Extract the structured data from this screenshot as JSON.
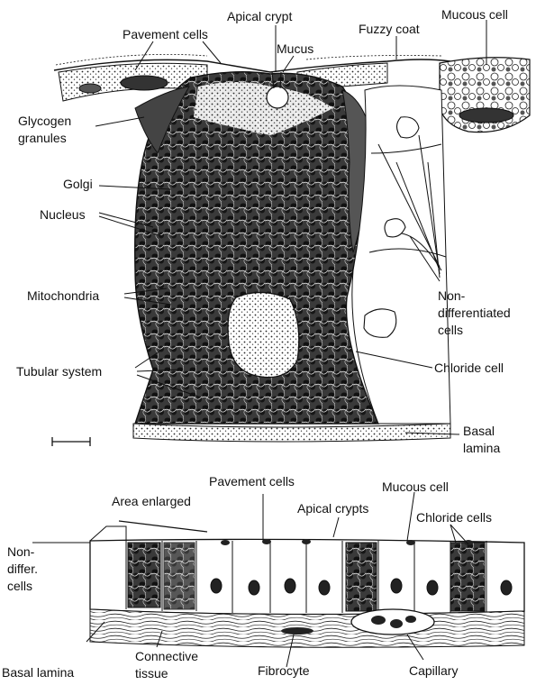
{
  "upper_labels": {
    "apical_crypt": "Apical crypt",
    "pavement_cells": "Pavement cells",
    "mucus": "Mucus",
    "fuzzy_coat": "Fuzzy coat",
    "mucous_cell": "Mucous cell",
    "glycogen_granules_1": "Glycogen",
    "glycogen_granules_2": "granules",
    "golgi": "Golgi",
    "nucleus": "Nucleus",
    "mitochondria": "Mitochondria",
    "tubular_system": "Tubular system",
    "non_diff_1": "Non-",
    "non_diff_2": "differentiated",
    "non_diff_3": "cells",
    "chloride_cell": "Chloride cell",
    "basal_lamina_1": "Basal",
    "basal_lamina_2": "lamina"
  },
  "lower_labels": {
    "pavement_cells": "Pavement cells",
    "area_enlarged": "Area enlarged",
    "mucous_cell": "Mucous cell",
    "apical_crypts": "Apical crypts",
    "chloride_cells": "Chloride cells",
    "non_differ_1": "Non-",
    "non_differ_2": "differ.",
    "non_differ_3": "cells",
    "basal_lamina": "Basal lamina",
    "connective_tissue_1": "Connective",
    "connective_tissue_2": "tissue",
    "fibrocyte": "Fibrocyte",
    "capillary": "Capillary"
  },
  "colors": {
    "ink": "#111111",
    "dark_cell": "#2a2a2a",
    "mid_cell": "#6a6a6a",
    "paper": "#ffffff"
  }
}
